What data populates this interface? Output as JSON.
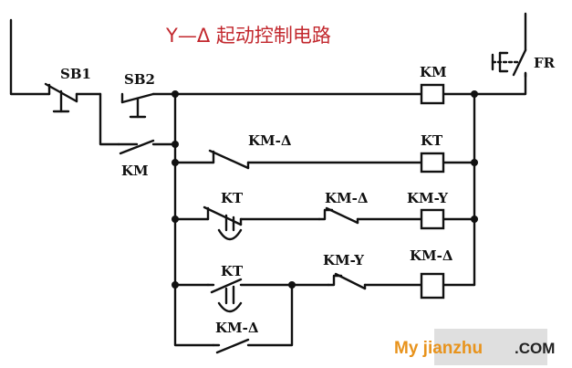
{
  "title": "Y—Δ 起动控制电路",
  "labels": {
    "sb1": "SB1",
    "sb2": "SB2",
    "km_aux": "KM",
    "km_coil": "KM",
    "fr": "FR",
    "km_delta_contact_1": "KM-Δ",
    "kt_coil": "KT",
    "kt_contact_1": "KT",
    "km_delta_contact_2": "KM-Δ",
    "km_y_coil": "KM-Y",
    "kt_contact_2": "KT",
    "km_y_contact": "KM-Y",
    "km_delta_coil": "KM-Δ",
    "km_delta_contact_3": "KM-Δ"
  },
  "watermark": {
    "brand": "My jianzhu",
    "suffix": ".COM"
  },
  "colors": {
    "title": "#c2272d",
    "wire": "#111111",
    "watermark_brand": "#e8931c",
    "watermark_bg": "#d9d9d9"
  }
}
